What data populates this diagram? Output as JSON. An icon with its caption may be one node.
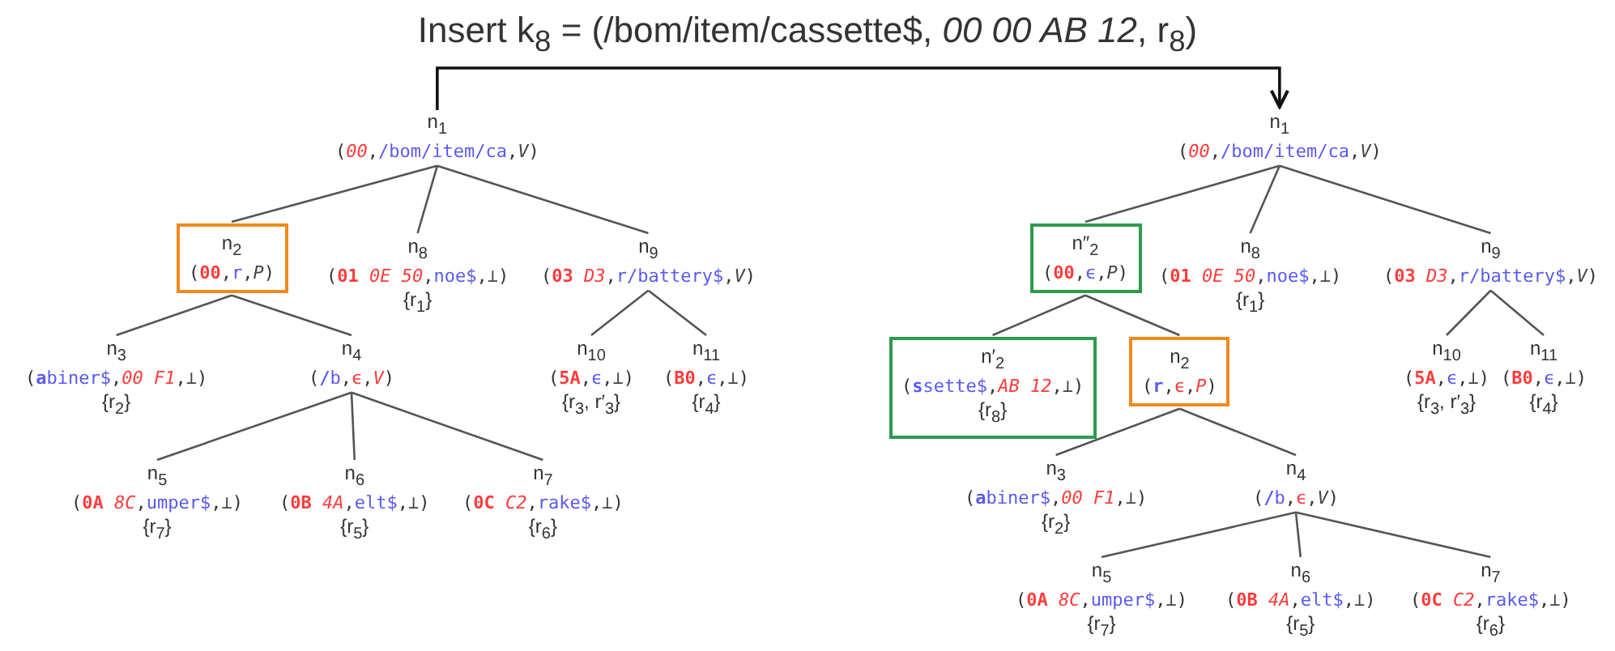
{
  "diagram": {
    "title": "Insert k$_{8}$ = (/bom/item/cassette$, *00 00 AB 12*, r$_{8}$)",
    "nodes": [
      {
        "text": [
          "n$_{1}$",
          "(*00*,/bom/item/ca,*V*)"
        ]
      },
      {
        "text": [
          "n$_{2}$",
          "(**00**,r,*P*)"
        ]
      },
      {
        "text": [
          "n$_{8}$",
          "(**01** *0E 50*,noe$,⊥)",
          "{r$_{1}$}"
        ]
      },
      {
        "text": [
          "n$_{9}$",
          "(**03** *D3*,r/battery$,*V*)"
        ]
      },
      {
        "text": [
          "n$_{3}$",
          "(**a**biner$,*00 F1*,⊥)",
          "{r$_{2}$}"
        ]
      },
      {
        "text": [
          "n$_{4}$",
          "(**/**b,ϵ,*V*)"
        ]
      },
      {
        "text": [
          "n$_{10}$",
          "(**5A**,ϵ,⊥)",
          "{r$_{3}$, r′$_{3}$}"
        ]
      },
      {
        "text": [
          "n$_{11}$",
          "(**B0**,ϵ,⊥)",
          "{r$_{4}$}"
        ]
      },
      {
        "text": [
          "n$_{5}$",
          "(**0A** *8C*,umper$,⊥)",
          "{r$_{7}$}"
        ]
      },
      {
        "text": [
          "n$_{6}$",
          "(**0B** *4A*,elt$,⊥)",
          "{r$_{5}$}"
        ]
      },
      {
        "text": [
          "n$_{7}$",
          "(**0C** *C2*,rake$,⊥)",
          "{r$_{6}$}"
        ]
      },
      {
        "text": [
          "n$_{1}$",
          "(*00*,/bom/item/ca,*V*)"
        ]
      },
      {
        "text": [
          "n″$_{2}$",
          "(**00**,ϵ,*P*)"
        ]
      },
      {
        "text": [
          "n$_{8}$",
          "(**01** *0E 50*,noe$,⊥)",
          "{r$_{1}$}"
        ]
      },
      {
        "text": [
          "n$_{9}$",
          "(**03** *D3*,r/battery$,*V*)"
        ]
      },
      {
        "text": [
          "n′$_{2}$",
          "(**s**sette$,*AB 12*,⊥)",
          "{r$_{8}$}"
        ]
      },
      {
        "text": [
          "n$_{2}$",
          "(**r**,ϵ,*P*)"
        ]
      },
      {
        "text": [
          "n$_{10}$",
          "(**5A**,ϵ,⊥)",
          "{r$_{3}$, r′$_{3}$}"
        ]
      },
      {
        "text": [
          "n$_{11}$",
          "(**B0**,ϵ,⊥)",
          "{r$_{4}$}"
        ]
      },
      {
        "text": [
          "n$_{3}$",
          "(**a**biner$,*00 F1*,⊥)",
          "{r$_{2}$}"
        ]
      },
      {
        "text": [
          "n$_{4}$",
          "(**/**b,ϵ,*V*)"
        ]
      },
      {
        "text": [
          "n$_{5}$",
          "(**0A** *8C*,umper$,⊥)",
          "{r$_{7}$}"
        ]
      },
      {
        "text": [
          "n$_{6}$",
          "(**0B** *4A*,elt$,⊥)",
          "{r$_{5}$}"
        ]
      },
      {
        "text": [
          "n$_{7}$",
          "(**0C** *C2*,rake$,⊥)",
          "{r$_{6}$}"
        ]
      }
    ],
    "edges": [
      {
        "from": 0,
        "to": 11,
        "arrow": "to"
      },
      {
        "from": 0,
        "to": 1,
        "arrow": "none"
      },
      {
        "from": 0,
        "to": 2,
        "arrow": "none"
      },
      {
        "from": 0,
        "to": 3,
        "arrow": "none"
      },
      {
        "from": 1,
        "to": 4,
        "arrow": "none"
      },
      {
        "from": 1,
        "to": 5,
        "arrow": "none"
      },
      {
        "from": 3,
        "to": 6,
        "arrow": "none"
      },
      {
        "from": 3,
        "to": 7,
        "arrow": "none"
      },
      {
        "from": 5,
        "to": 8,
        "arrow": "none"
      },
      {
        "from": 5,
        "to": 9,
        "arrow": "none"
      },
      {
        "from": 5,
        "to": 10,
        "arrow": "none"
      },
      {
        "from": 11,
        "to": 12,
        "arrow": "none"
      },
      {
        "from": 11,
        "to": 13,
        "arrow": "none"
      },
      {
        "from": 11,
        "to": 14,
        "arrow": "none"
      },
      {
        "from": 12,
        "to": 15,
        "arrow": "none"
      },
      {
        "from": 12,
        "to": 16,
        "arrow": "none"
      },
      {
        "from": 14,
        "to": 17,
        "arrow": "none"
      },
      {
        "from": 14,
        "to": 18,
        "arrow": "none"
      },
      {
        "from": 16,
        "to": 19,
        "arrow": "none"
      },
      {
        "from": 16,
        "to": 20,
        "arrow": "none"
      },
      {
        "from": 20,
        "to": 21,
        "arrow": "none"
      },
      {
        "from": 20,
        "to": 22,
        "arrow": "none"
      },
      {
        "from": 20,
        "to": 23,
        "arrow": "none"
      }
    ]
  }
}
